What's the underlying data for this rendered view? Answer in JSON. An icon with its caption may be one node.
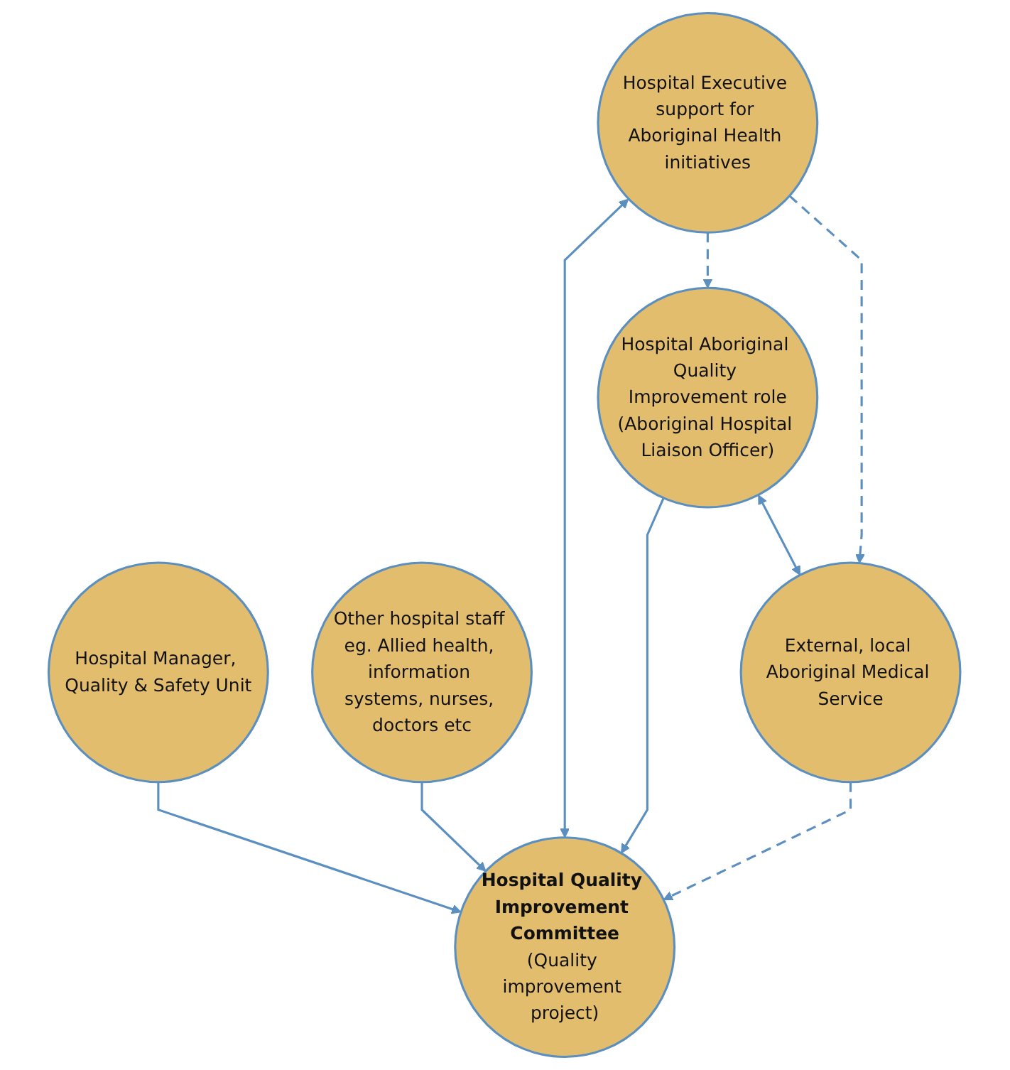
{
  "diagram": {
    "nodes": [
      {
        "text": [
          "Hospital Executive support for Aboriginal Health initiatives"
        ]
      },
      {
        "text": [
          "Hospital Manager, Quality & Safety Unit"
        ]
      },
      {
        "text": [
          "Hospital Aboriginal Quality Improvement role",
          "(Aboriginal Hospital Liaison Officer)"
        ]
      },
      {
        "text": [
          "Hospital Quality Improvement Committee",
          "(Quality improvement project)"
        ]
      },
      {
        "text": [
          "Other hospital staff eg. Allied health, information systems, nurses, doctors etc"
        ]
      },
      {
        "text": [
          "External, local Aboriginal Medical Service"
        ]
      }
    ],
    "edges": [
      {
        "from": 0,
        "to": 3,
        "arrow": "both"
      },
      {
        "from": 0,
        "to": 2,
        "arrow": "to",
        "style": "dashed"
      },
      {
        "from": 0,
        "to": 5,
        "arrow": "to",
        "style": "dashed"
      },
      {
        "from": 1,
        "to": 3,
        "arrow": "to"
      },
      {
        "from": 2,
        "to": 3,
        "arrow": "to"
      },
      {
        "from": 2,
        "to": 5,
        "arrow": "both"
      },
      {
        "from": 5,
        "to": 3,
        "arrow": "to",
        "style": "dashed"
      },
      {
        "from": 4,
        "to": 3,
        "arrow": "to"
      }
    ]
  }
}
